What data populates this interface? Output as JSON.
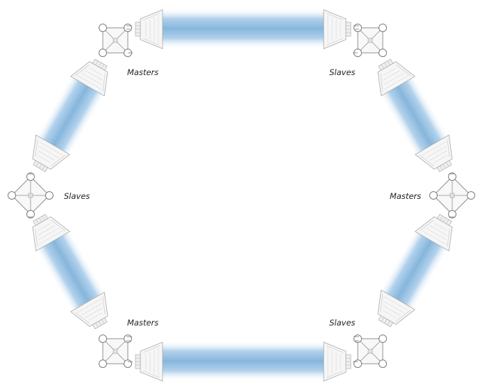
{
  "labels": {
    "top_left": "Masters",
    "top_right": "Slaves",
    "mid_left": "Slaves",
    "mid_right": "Masters",
    "bottom_left": "Masters",
    "bottom_right": "Slaves"
  },
  "colors": {
    "beam": "#86b6dc",
    "hardware": "#9a9a9a",
    "label": "#222222"
  },
  "nodes": [
    {
      "name": "truss-node-top-left",
      "icon": "square-truss-icon"
    },
    {
      "name": "truss-node-top-right",
      "icon": "square-truss-icon"
    },
    {
      "name": "truss-node-mid-left",
      "icon": "diamond-truss-icon"
    },
    {
      "name": "truss-node-mid-right",
      "icon": "diamond-truss-icon"
    },
    {
      "name": "truss-node-bottom-left",
      "icon": "square-truss-icon"
    },
    {
      "name": "truss-node-bottom-right",
      "icon": "square-truss-icon"
    }
  ]
}
